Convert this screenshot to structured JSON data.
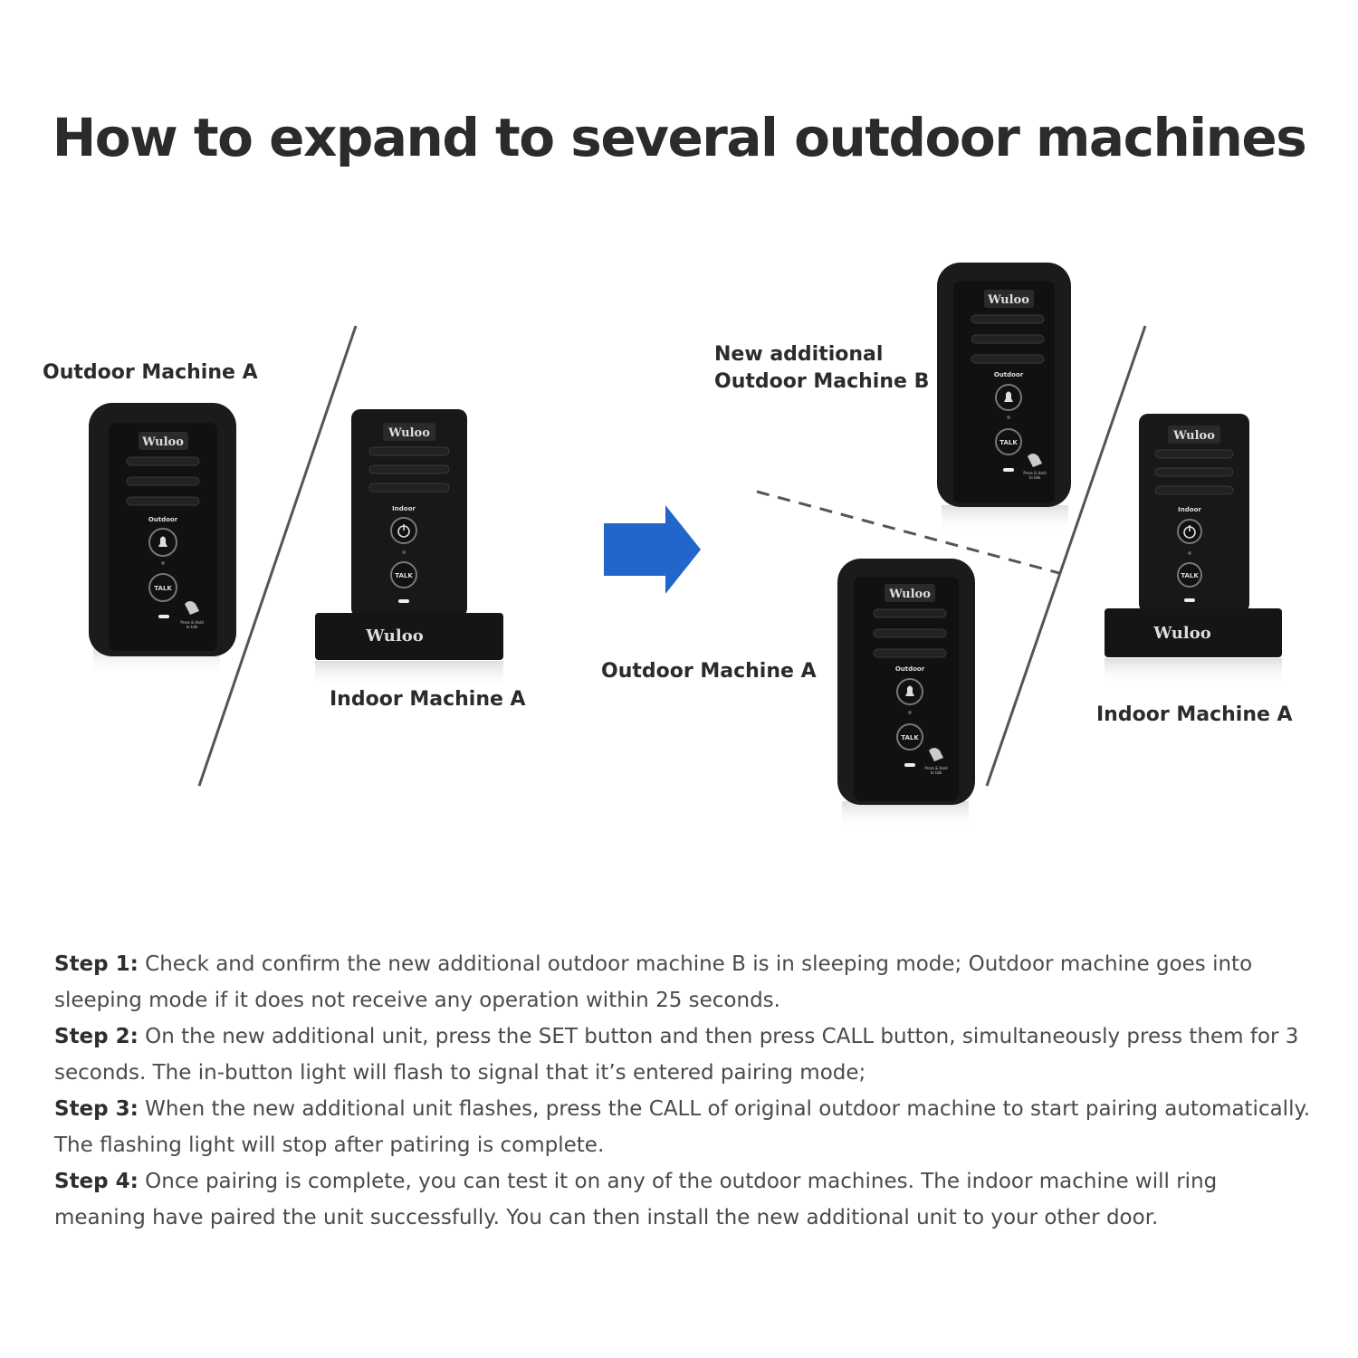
{
  "title": "How to expand to several outdoor machines",
  "labels": {
    "outdoor_a_left": "Outdoor Machine A",
    "indoor_a_left": "Indoor Machine A",
    "outdoor_b_line1": "New additional",
    "outdoor_b_line2": "Outdoor Machine B",
    "outdoor_a_right": "Outdoor Machine A",
    "indoor_a_right": "Indoor Machine A"
  },
  "device": {
    "brand": "Wuloo",
    "outdoor_label": "Outdoor",
    "indoor_label": "Indoor",
    "talk_label": "TALK",
    "hint_line1": "Press & Hold",
    "hint_line2": "to talk"
  },
  "colors": {
    "arrow": "#2266cc",
    "device": "#1a1a1a",
    "text": "#2b2b2b"
  },
  "steps": [
    {
      "label": "Step 1:",
      "text": " Check and confirm the new additional outdoor machine B is in sleeping mode; Outdoor machine goes into sleeping mode if it does not receive any operation within 25 seconds."
    },
    {
      "label": "Step 2:",
      "text": " On the new additional unit, press the SET button and then press CALL button, simultaneously press them for 3 seconds. The in-button light will flash to signal that it’s entered pairing mode;"
    },
    {
      "label": "Step 3:",
      "text": " When the new additional unit flashes, press the CALL of original outdoor machine to start pairing automatically. The flashing light will stop after patiring is complete."
    },
    {
      "label": "Step 4:",
      "text": " Once pairing is complete, you can test it on any of the outdoor machines. The indoor machine will ring meaning have paired the unit successfully. You can then install the new additional unit to your other door."
    }
  ]
}
